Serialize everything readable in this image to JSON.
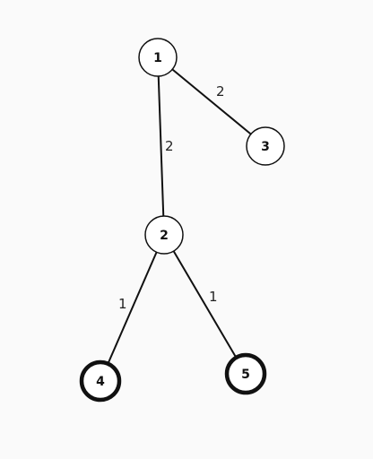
{
  "graph": {
    "nodes": [
      {
        "id": "1",
        "label": "1",
        "highlighted": false
      },
      {
        "id": "3",
        "label": "3",
        "highlighted": false
      },
      {
        "id": "2",
        "label": "2",
        "highlighted": false
      },
      {
        "id": "4",
        "label": "4",
        "highlighted": true
      },
      {
        "id": "5",
        "label": "5",
        "highlighted": true
      }
    ],
    "edges": [
      {
        "from": "1",
        "to": "3",
        "weight": "2"
      },
      {
        "from": "1",
        "to": "2",
        "weight": "2"
      },
      {
        "from": "2",
        "to": "4",
        "weight": "1"
      },
      {
        "from": "2",
        "to": "5",
        "weight": "1"
      }
    ],
    "colors": {
      "background": "#fafafa",
      "stroke": "#111111",
      "node_fill": "#ffffff"
    }
  }
}
